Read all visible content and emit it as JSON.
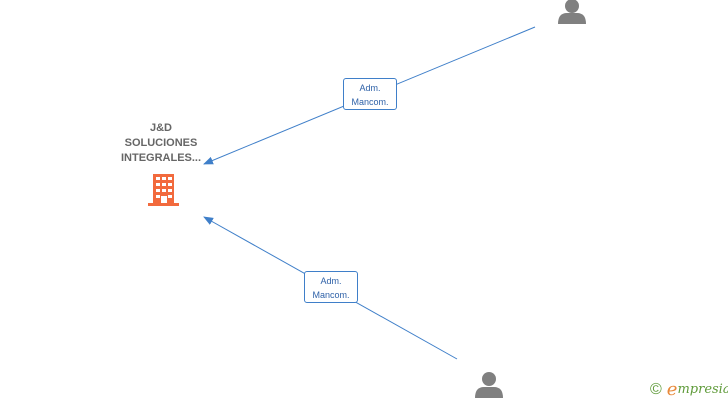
{
  "company": {
    "name_lines": [
      "J&D",
      "SOLUCIONES",
      "INTEGRALES..."
    ],
    "icon": "building-icon",
    "color": "#f26a3d"
  },
  "persons": [
    {
      "id": "person-top",
      "icon": "person-icon",
      "color": "#808080"
    },
    {
      "id": "person-bottom",
      "icon": "person-icon",
      "color": "#808080"
    }
  ],
  "edges": [
    {
      "from": "person-top",
      "to": "company",
      "label_lines": [
        "Adm.",
        "Mancom."
      ]
    },
    {
      "from": "person-bottom",
      "to": "company",
      "label_lines": [
        "Adm.",
        "Mancom."
      ]
    }
  ],
  "edge_color": "#3f7fc9",
  "brand": {
    "copyright_symbol": "©",
    "initial": "e",
    "rest": "mpresia"
  }
}
